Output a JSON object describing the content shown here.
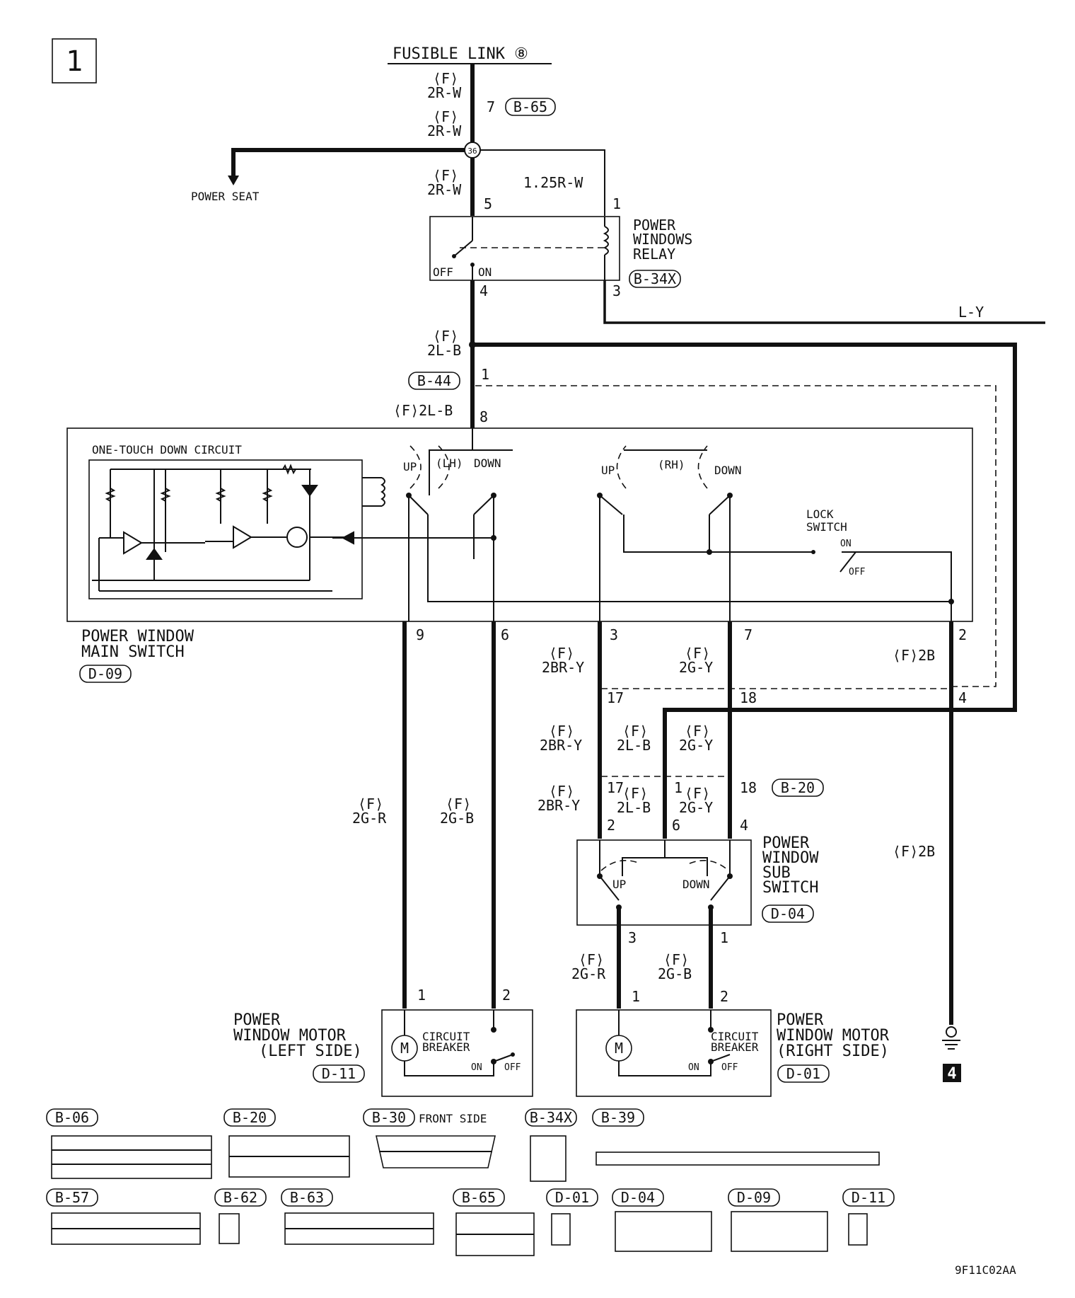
{
  "page_number": "1",
  "fusible_link": "FUSIBLE LINK ⑧",
  "wire_labels": {
    "f_2rw_top1": "⟨F⟩",
    "f_2rw_top1b": "2R-W",
    "f_2rw_top2": "⟨F⟩",
    "f_2rw_top2b": "2R-W",
    "f_2rw_mid": "⟨F⟩",
    "f_2rw_midb": "2R-W",
    "r125": "1.25R-W",
    "f_2lb": "⟨F⟩",
    "f_2lbb": "2L-B",
    "f_2lb_inline": "⟨F⟩2L-B",
    "ly": "L-Y",
    "f_2bry_a": "⟨F⟩",
    "f_2bry_ab": "2BR-Y",
    "f_2gy_a": "⟨F⟩",
    "f_2gy_ab": "2G-Y",
    "f_2b_a": "⟨F⟩2B",
    "f_2bry_b": "⟨F⟩",
    "f_2bry_bb": "2BR-Y",
    "f_2lb_b": "⟨F⟩",
    "f_2lb_bb": "2L-B",
    "f_2gy_b": "⟨F⟩",
    "f_2gy_bb": "2G-Y",
    "f_2bry_c": "⟨F⟩",
    "f_2bry_cb": "2BR-Y",
    "f_2lb_c": "⟨F⟩",
    "f_2lb_cb": "2L-B",
    "f_2gy_c": "⟨F⟩",
    "f_2gy_cb": "2G-Y",
    "f_2gr_l": "⟨F⟩",
    "f_2gr_lb": "2G-R",
    "f_2gb_l": "⟨F⟩",
    "f_2gb_lb": "2G-B",
    "f_2b_b": "⟨F⟩2B",
    "f_2gr_r": "⟨F⟩",
    "f_2gr_rb": "2G-R",
    "f_2gb_r": "⟨F⟩",
    "f_2gb_rb": "2G-B"
  },
  "pins": {
    "p7": "7",
    "p5": "5",
    "p1": "1",
    "p4": "4",
    "p3": "3",
    "b44_1": "1",
    "b44_8": "8",
    "m9": "9",
    "m6": "6",
    "m3": "3",
    "m7": "7",
    "m2": "2",
    "j17": "17",
    "j18": "18",
    "j4": "4",
    "b20_17": "17",
    "b20_1": "1",
    "b20_18": "18",
    "s2": "2",
    "s6": "6",
    "s4": "4",
    "s3": "3",
    "s1": "1",
    "ml1": "1",
    "ml2": "2",
    "mr1": "1",
    "mr2": "2"
  },
  "connectors": {
    "b65": "B-65",
    "b34x": "B-34X",
    "b44": "B-44",
    "b20": "B-20",
    "d09": "D-09",
    "d04": "D-04",
    "d11": "D-11",
    "d01": "D-01",
    "splice": "36"
  },
  "components": {
    "power_seat": "POWER SEAT",
    "relay_l1": "POWER",
    "relay_l2": "WINDOWS",
    "relay_l3": "RELAY",
    "relay_off": "OFF",
    "relay_on": "ON",
    "otd": "ONE-TOUCH DOWN CIRCUIT",
    "up_lh": "UP",
    "lh": "(LH)",
    "down_lh": "DOWN",
    "up_rh": "UP",
    "rh": "(RH)",
    "down_rh": "DOWN",
    "lock1": "LOCK",
    "lock2": "SWITCH",
    "lock_on": "ON",
    "lock_off": "OFF",
    "main_l1": "POWER WINDOW",
    "main_l2": "MAIN SWITCH",
    "sub_l1": "POWER",
    "sub_l2": "WINDOW",
    "sub_l3": "SUB",
    "sub_l4": "SWITCH",
    "sub_up": "UP",
    "sub_down": "DOWN",
    "ml_l1": "POWER",
    "ml_l2": "WINDOW MOTOR",
    "ml_l3": "(LEFT SIDE)",
    "mr_l1": "POWER",
    "mr_l2": "WINDOW MOTOR",
    "mr_l3": "(RIGHT SIDE)",
    "cb1": "CIRCUIT",
    "cb2": "BREAKER",
    "on": "ON",
    "off": "OFF",
    "cbr1": "CIRCUIT",
    "cbr2": "BREAKER",
    "onr": "ON",
    "offr": "OFF",
    "m": "M",
    "ground": "4"
  },
  "connector_legend": {
    "b06": "B-06",
    "b20": "B-20",
    "b30": "B-30",
    "front_side": "FRONT SIDE",
    "b34x": "B-34X",
    "b39": "B-39",
    "b57": "B-57",
    "b62": "B-62",
    "b63": "B-63",
    "b65": "B-65",
    "d01": "D-01",
    "d04": "D-04",
    "d09": "D-09",
    "d11": "D-11"
  },
  "figure_code": "9F11C02AA"
}
